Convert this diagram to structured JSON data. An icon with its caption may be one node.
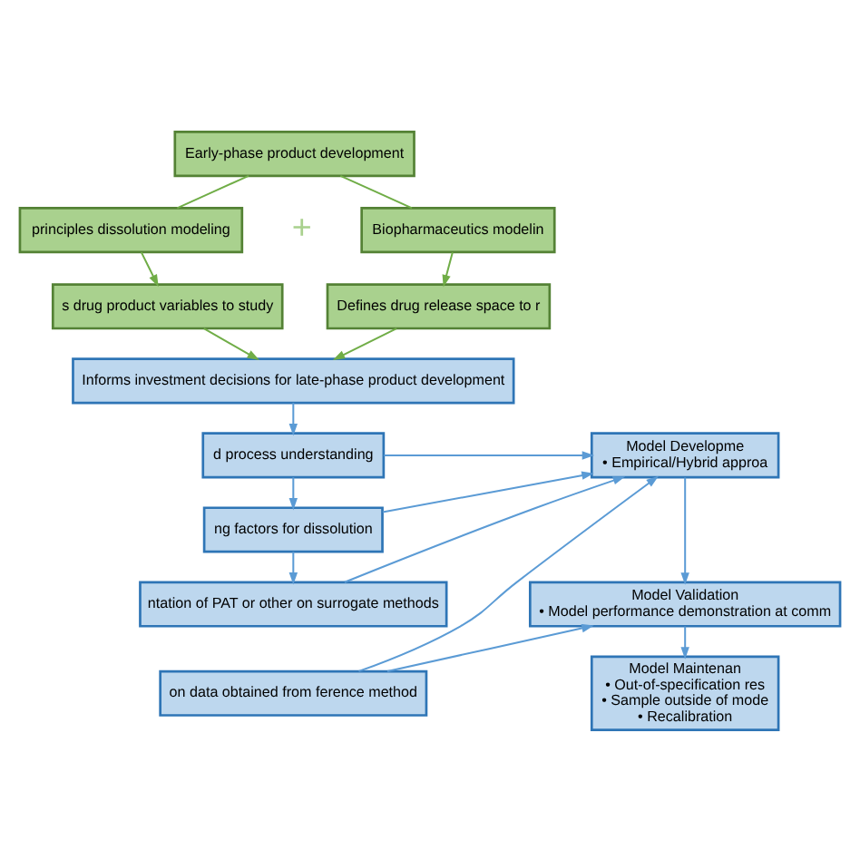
{
  "diagram": {
    "nodes": [
      {
        "text": [
          "Early-phase product development"
        ]
      },
      {
        "text": [
          "principles dissolution modeling"
        ]
      },
      {
        "text": [
          "Biopharmaceutics modelin"
        ]
      },
      {
        "text": [
          "s drug product variables to study"
        ]
      },
      {
        "text": [
          "Defines drug release space to r"
        ]
      },
      {
        "text": [
          "Informs investment decisions for late-phase product development"
        ]
      },
      {
        "text": [
          "d process understanding"
        ]
      },
      {
        "text": [
          "ng factors for dissolution"
        ]
      },
      {
        "text": [
          "ntation of PAT or other on surrogate methods"
        ]
      },
      {
        "text": [
          "on data obtained from ference method"
        ]
      },
      {
        "text": [
          "Model Developme",
          "• Empirical/Hybrid approa"
        ]
      },
      {
        "text": [
          "Model Validation",
          "• Model performance demonstration at comm"
        ]
      },
      {
        "text": [
          "Model Maintenan",
          "• Out-of-specification res",
          "• Sample outside of mode",
          "• Recalibration"
        ]
      }
    ],
    "edges": [
      {
        "from": 0,
        "to": 1,
        "arrow": "none",
        "color": "#70ad47"
      },
      {
        "from": 0,
        "to": 2,
        "arrow": "none",
        "color": "#70ad47"
      },
      {
        "from": 1,
        "to": 3,
        "arrow": "to",
        "color": "#70ad47"
      },
      {
        "from": 2,
        "to": 4,
        "arrow": "to",
        "color": "#70ad47"
      },
      {
        "from": 3,
        "to": 5,
        "arrow": "to",
        "color": "#70ad47"
      },
      {
        "from": 4,
        "to": 5,
        "arrow": "to",
        "color": "#70ad47"
      },
      {
        "from": 5,
        "to": 6,
        "arrow": "to"
      },
      {
        "from": 6,
        "to": 7,
        "arrow": "to"
      },
      {
        "from": 7,
        "to": 8,
        "arrow": "to"
      },
      {
        "from": 6,
        "to": 10,
        "arrow": "to"
      },
      {
        "from": 7,
        "to": 10,
        "arrow": "to"
      },
      {
        "from": 8,
        "to": 10,
        "arrow": "to"
      },
      {
        "from": 9,
        "to": 10,
        "arrow": "to"
      },
      {
        "from": 9,
        "to": 11,
        "arrow": "to"
      },
      {
        "from": 10,
        "to": 11,
        "arrow": "to"
      },
      {
        "from": 11,
        "to": 12,
        "arrow": "to"
      }
    ],
    "labels": [
      "+"
    ]
  }
}
